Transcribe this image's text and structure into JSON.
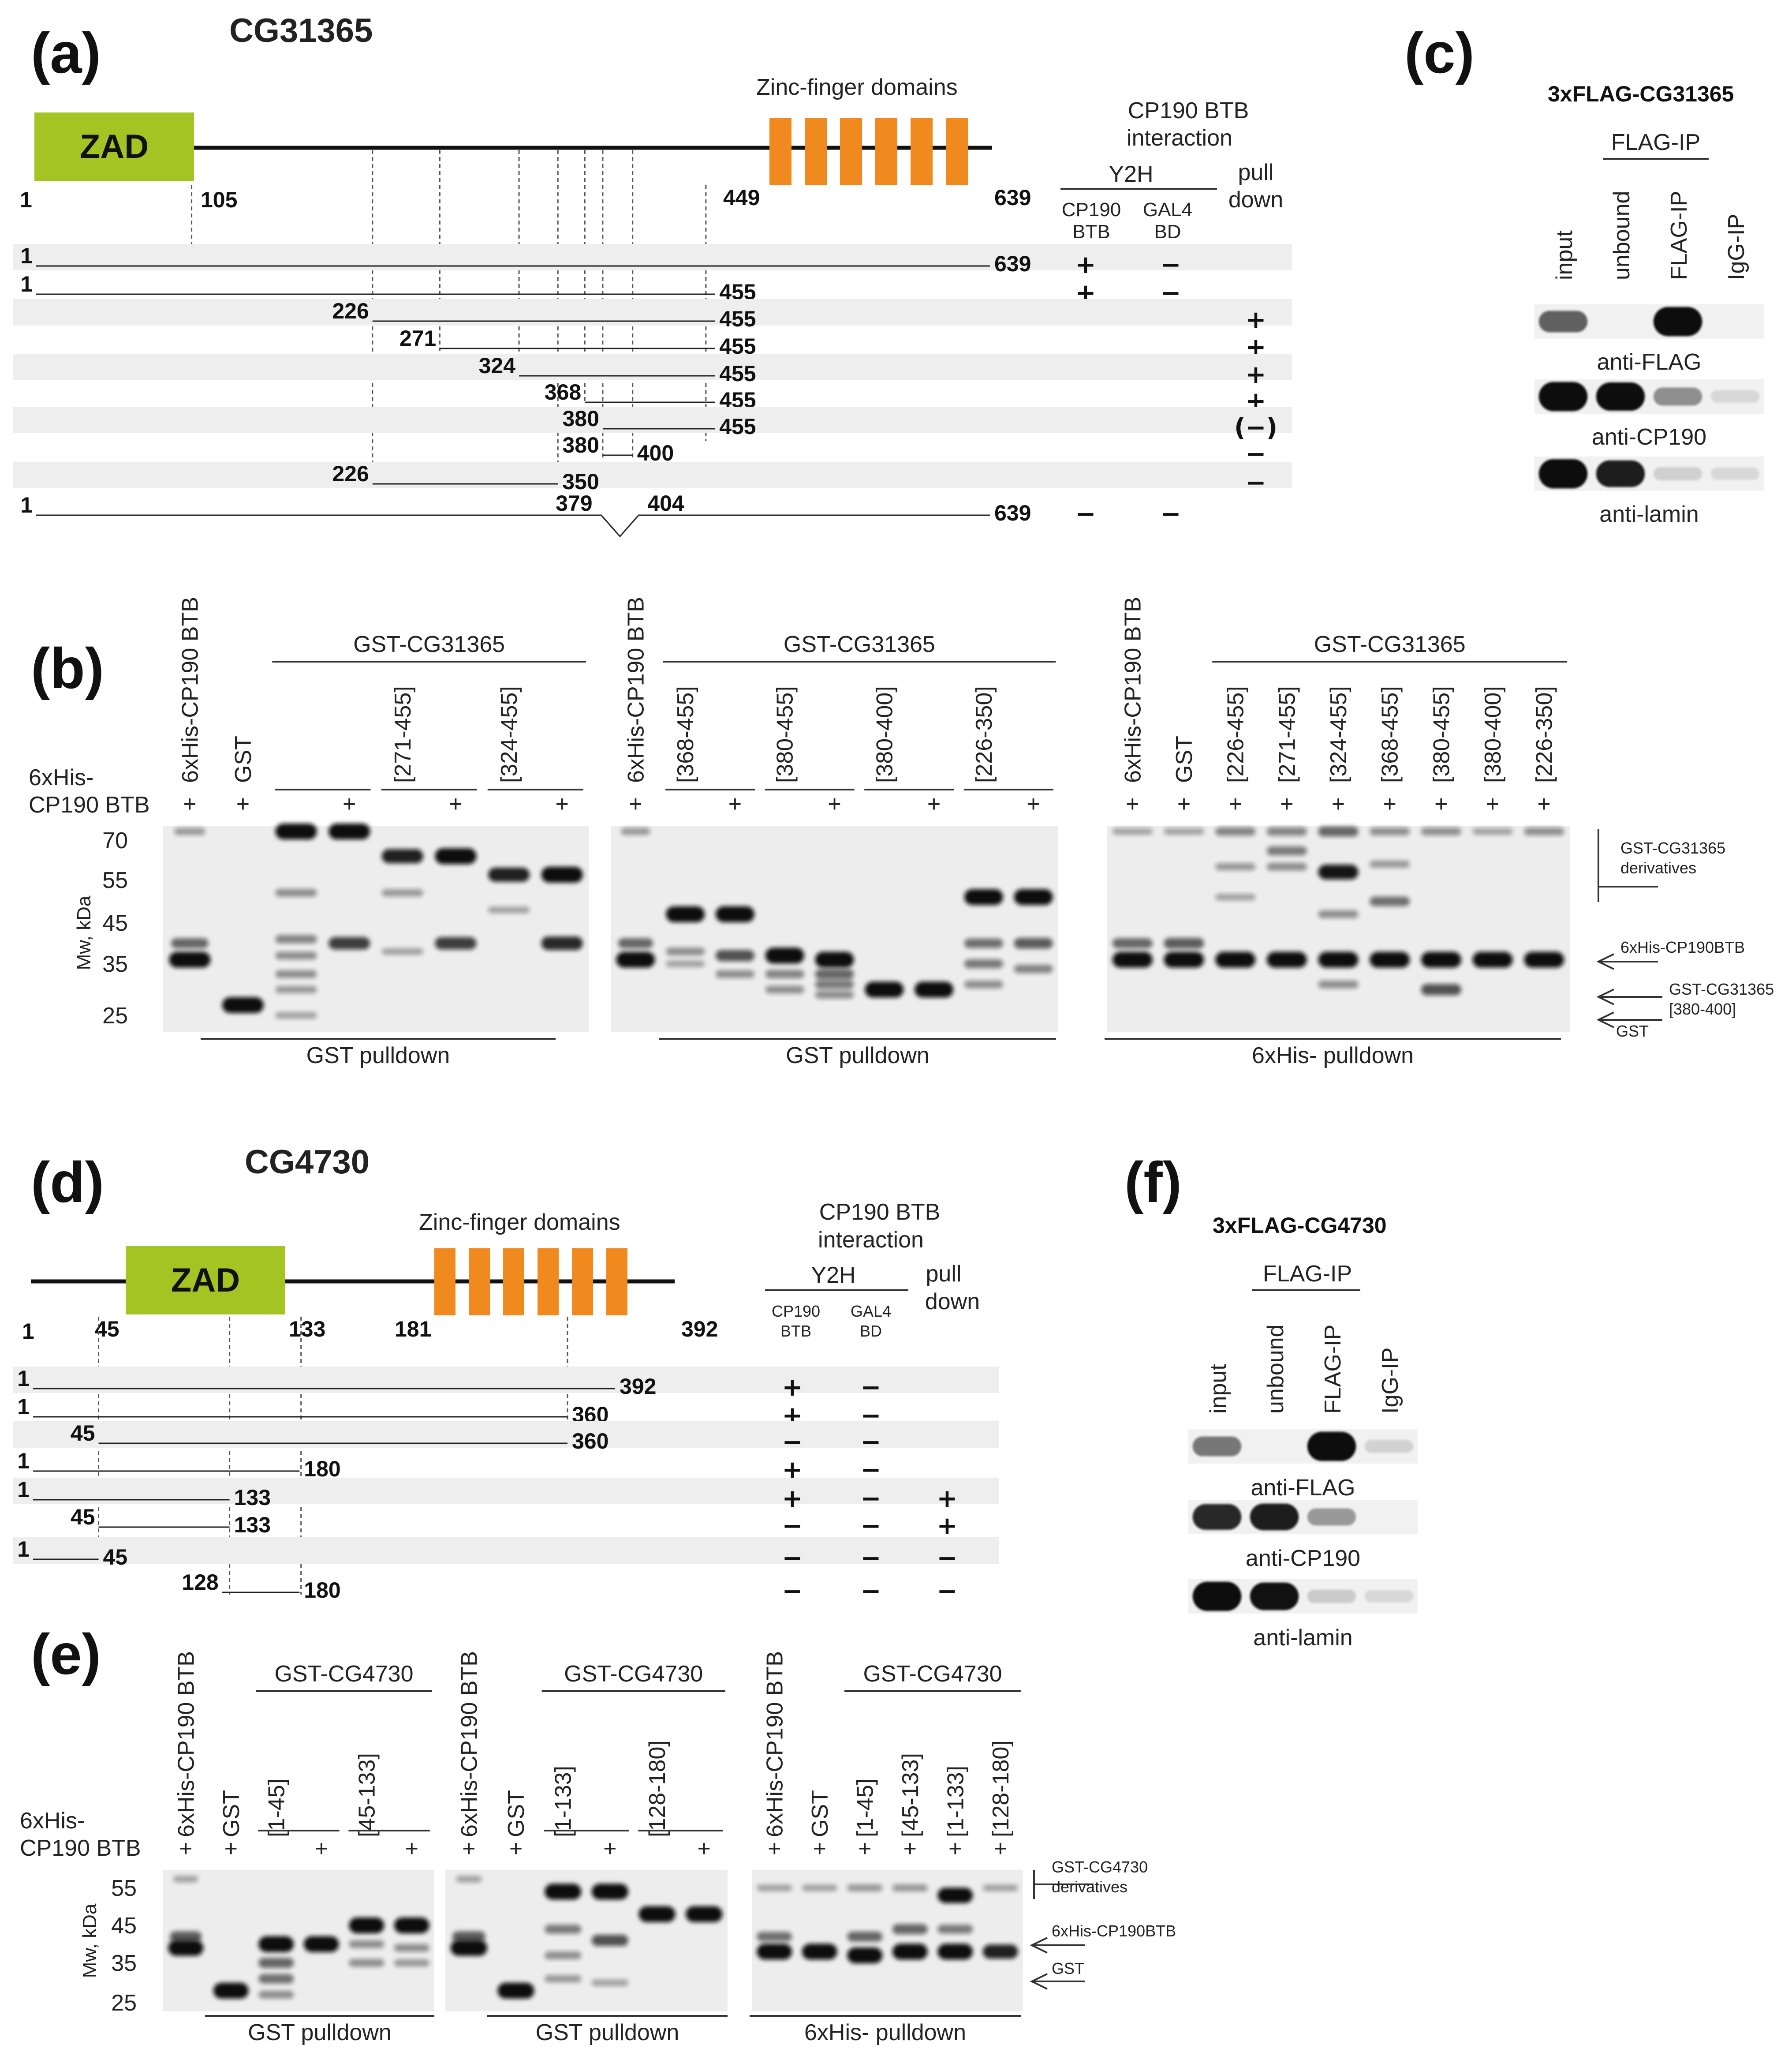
{
  "panels": {
    "a": {
      "label": "(a)",
      "title": "CG31365",
      "zad_label": "ZAD",
      "zf_label": "Zinc-finger domains",
      "protein_length": 639,
      "zad_start": 1,
      "zad_end": 105,
      "zf_start": 449,
      "zf_end": 639,
      "pos_labels": [
        "1",
        "105",
        "449",
        "639"
      ],
      "table_title": "CP190 BTB interaction",
      "y2h_label": "Y2H",
      "col_labels": [
        "CP190 BTB",
        "GAL4 BD",
        "pull down"
      ],
      "constructs": [
        {
          "start": 1,
          "end": 639,
          "start_label": "1",
          "end_label": "639",
          "y2h_btb": "+",
          "y2h_bd": "−",
          "pulldown": ""
        },
        {
          "start": 1,
          "end": 455,
          "start_label": "1",
          "end_label": "455",
          "y2h_btb": "+",
          "y2h_bd": "−",
          "pulldown": ""
        },
        {
          "start": 226,
          "end": 455,
          "start_label": "226",
          "end_label": "455",
          "y2h_btb": "",
          "y2h_bd": "",
          "pulldown": "+"
        },
        {
          "start": 271,
          "end": 455,
          "start_label": "271",
          "end_label": "455",
          "y2h_btb": "",
          "y2h_bd": "",
          "pulldown": "+"
        },
        {
          "start": 324,
          "end": 455,
          "start_label": "324",
          "end_label": "455",
          "y2h_btb": "",
          "y2h_bd": "",
          "pulldown": "+"
        },
        {
          "start": 368,
          "end": 455,
          "start_label": "368",
          "end_label": "455",
          "y2h_btb": "",
          "y2h_bd": "",
          "pulldown": "+"
        },
        {
          "start": 380,
          "end": 455,
          "start_label": "380",
          "end_label": "455",
          "y2h_btb": "",
          "y2h_bd": "",
          "pulldown": "(−)"
        },
        {
          "start": 380,
          "end": 400,
          "start_label": "380",
          "end_label": "400",
          "y2h_btb": "",
          "y2h_bd": "",
          "pulldown": "−"
        },
        {
          "start": 226,
          "end": 350,
          "start_label": "226",
          "end_label": "350",
          "y2h_btb": "",
          "y2h_bd": "",
          "pulldown": "−"
        },
        {
          "start": 1,
          "end": 639,
          "start_label": "1",
          "end_label": "639",
          "deletion": [
            379,
            404
          ],
          "del_start_label": "379",
          "del_end_label": "404",
          "y2h_btb": "−",
          "y2h_bd": "−",
          "pulldown": ""
        }
      ]
    },
    "b": {
      "label": "(b)",
      "row_label": "6xHis-\nCP190 BTB",
      "mw_axis_label": "Mw, kDa",
      "markers": [
        70,
        55,
        45,
        35,
        25
      ],
      "gels": [
        {
          "lanes": [
            "6xHis-CP190 BTB",
            "GST",
            "",
            "",
            "[271-455]",
            "",
            "[324-455]",
            ""
          ],
          "plus": [
            "+",
            "+",
            "",
            "+",
            "",
            "+",
            "",
            "+"
          ],
          "group_label": "GST-CG31365",
          "footer": "GST pulldown"
        },
        {
          "lanes": [
            "6xHis-CP190 BTB",
            "[368-455]",
            "",
            "[380-455]",
            "",
            "[380-400]",
            "",
            "[226-350]",
            ""
          ],
          "plus": [
            "+",
            "",
            "+",
            "",
            "+",
            "",
            "+",
            "",
            "+"
          ],
          "group_label": "GST-CG31365",
          "footer": "GST pulldown"
        },
        {
          "lanes": [
            "6xHis-CP190 BTB",
            "GST",
            "[226-455]",
            "[271-455]",
            "[324-455]",
            "[368-455]",
            "[380-455]",
            "[380-400]",
            "[226-350]"
          ],
          "plus": [
            "+",
            "+",
            "+",
            "+",
            "+",
            "+",
            "+",
            "+",
            "+"
          ],
          "group_label": "GST-CG31365",
          "footer": "6xHis- pulldown"
        }
      ],
      "side_labels": [
        "GST-CG31365 derivatives",
        "6xHis-CP190BTB",
        "GST-CG31365 [380-400]",
        "GST"
      ]
    },
    "c": {
      "label": "(c)",
      "title": "3xFLAG-CG31365",
      "ip_label": "FLAG-IP",
      "lanes": [
        "input",
        "unbound",
        "FLAG-IP",
        "IgG-IP"
      ],
      "blots": [
        {
          "name": "anti-FLAG",
          "intensities": [
            0.55,
            0,
            1,
            0
          ]
        },
        {
          "name": "anti-CP190",
          "intensities": [
            1,
            0.95,
            0.35,
            0.03
          ]
        },
        {
          "name": "anti-lamin",
          "intensities": [
            1,
            0.85,
            0.06,
            0.02
          ]
        }
      ]
    },
    "d": {
      "label": "(d)",
      "title": "CG4730",
      "zad_label": "ZAD",
      "zf_label": "Zinc-finger domains",
      "protein_length": 392,
      "zad_start": 45,
      "zad_end": 133,
      "zf_start": 181,
      "zf_end": 392,
      "pos_labels": [
        "1",
        "45",
        "133",
        "181",
        "392"
      ],
      "table_title": "CP190 BTB interaction",
      "y2h_label": "Y2H",
      "col_labels": [
        "CP190 BTB",
        "GAL4 BD",
        "pull down"
      ],
      "constructs": [
        {
          "start": 1,
          "end": 392,
          "start_label": "1",
          "end_label": "392",
          "y2h_btb": "+",
          "y2h_bd": "−",
          "pulldown": ""
        },
        {
          "start": 1,
          "end": 360,
          "start_label": "1",
          "end_label": "360",
          "y2h_btb": "+",
          "y2h_bd": "−",
          "pulldown": ""
        },
        {
          "start": 45,
          "end": 360,
          "start_label": "45",
          "end_label": "360",
          "y2h_btb": "−",
          "y2h_bd": "−",
          "pulldown": ""
        },
        {
          "start": 1,
          "end": 180,
          "start_label": "1",
          "end_label": "180",
          "y2h_btb": "+",
          "y2h_bd": "−",
          "pulldown": ""
        },
        {
          "start": 1,
          "end": 133,
          "start_label": "1",
          "end_label": "133",
          "y2h_btb": "+",
          "y2h_bd": "−",
          "pulldown": "+"
        },
        {
          "start": 45,
          "end": 133,
          "start_label": "45",
          "end_label": "133",
          "y2h_btb": "−",
          "y2h_bd": "−",
          "pulldown": "+"
        },
        {
          "start": 1,
          "end": 45,
          "start_label": "1",
          "end_label": "45",
          "y2h_btb": "−",
          "y2h_bd": "−",
          "pulldown": "−"
        },
        {
          "start": 128,
          "end": 180,
          "start_label": "128",
          "end_label": "180",
          "y2h_btb": "−",
          "y2h_bd": "−",
          "pulldown": "−"
        }
      ]
    },
    "e": {
      "label": "(e)",
      "row_label": "6xHis-\nCP190 BTB",
      "mw_axis_label": "Mw, kDa",
      "markers": [
        55,
        45,
        35,
        25
      ],
      "gels": [
        {
          "lanes": [
            "6xHis-CP190 BTB",
            "GST",
            "[1-45]",
            "",
            "[45-133]",
            ""
          ],
          "plus": [
            "+",
            "+",
            "",
            "+",
            "",
            "+"
          ],
          "group_label": "GST-CG4730",
          "footer": "GST pulldown"
        },
        {
          "lanes": [
            "6xHis-CP190 BTB",
            "GST",
            "[1-133]",
            "",
            "[128-180]",
            ""
          ],
          "plus": [
            "+",
            "+",
            "",
            "+",
            "",
            "+"
          ],
          "group_label": "GST-CG4730",
          "footer": "GST pulldown"
        },
        {
          "lanes": [
            "6xHis-CP190 BTB",
            "GST",
            "[1-45]",
            "[45-133]",
            "[1-133]",
            "[128-180]"
          ],
          "plus": [
            "+",
            "+",
            "+",
            "+",
            "+",
            "+"
          ],
          "group_label": "GST-CG4730",
          "footer": "6xHis- pulldown"
        }
      ],
      "side_labels": [
        "GST-CG4730 derivatives",
        "6xHis-CP190BTB",
        "GST"
      ]
    },
    "f": {
      "label": "(f)",
      "title": "3xFLAG-CG4730",
      "ip_label": "FLAG-IP",
      "lanes": [
        "input",
        "unbound",
        "FLAG-IP",
        "IgG-IP"
      ],
      "blots": [
        {
          "name": "anti-FLAG",
          "intensities": [
            0.45,
            0,
            1,
            0.05
          ]
        },
        {
          "name": "anti-CP190",
          "intensities": [
            0.8,
            0.85,
            0.3,
            0
          ]
        },
        {
          "name": "anti-lamin",
          "intensities": [
            1,
            0.9,
            0.08,
            0.02
          ]
        }
      ]
    }
  },
  "colors": {
    "zad": "#a4c424",
    "zinc_finger": "#f08a1e",
    "row_shade": "#eeeeee",
    "text": "#222222"
  }
}
